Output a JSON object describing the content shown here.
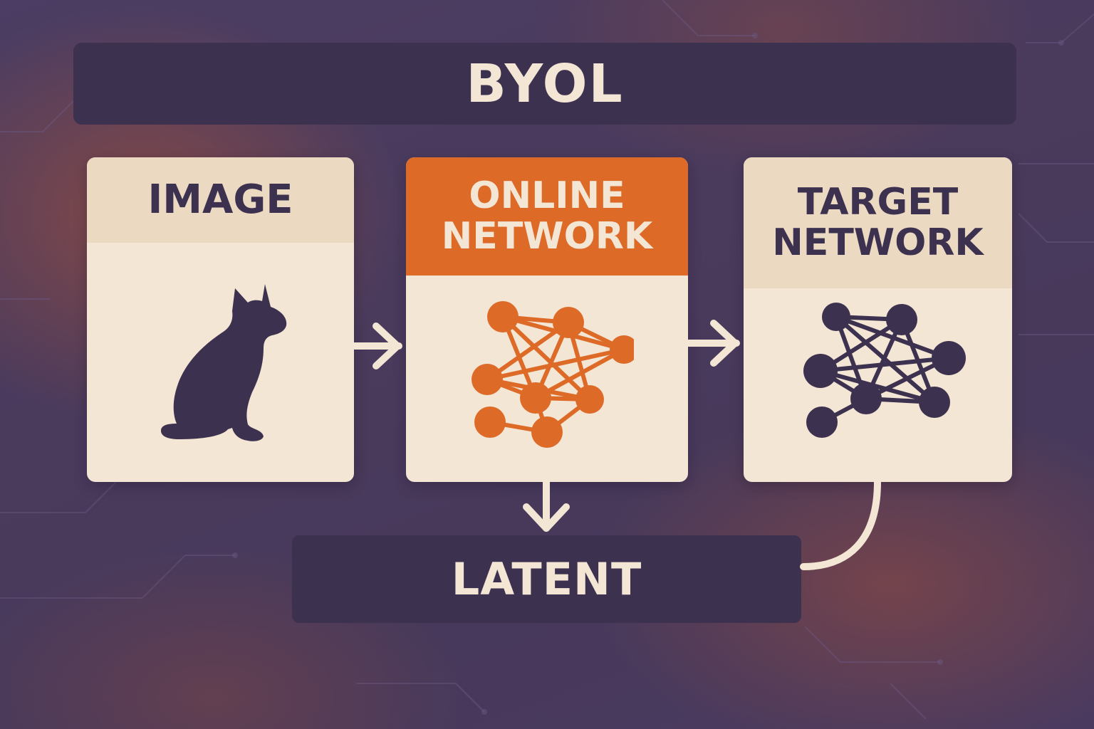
{
  "title": "BYOL",
  "cards": {
    "image": {
      "header": "IMAGE"
    },
    "online": {
      "header_line1": "ONLINE",
      "header_line2": "NETWORK"
    },
    "target": {
      "header_line1": "TARGET",
      "header_line2": "NETWORK"
    }
  },
  "latent": {
    "label": "LATENT"
  },
  "icons": {
    "image": "cat-icon",
    "online": "neural-network-icon",
    "target": "neural-network-icon"
  },
  "colors": {
    "background": "#4a3a5c",
    "dark_panel": "#3d3150",
    "cream": "#f3e6d4",
    "cream_header": "#ecd9c1",
    "accent_orange": "#de6a28"
  }
}
